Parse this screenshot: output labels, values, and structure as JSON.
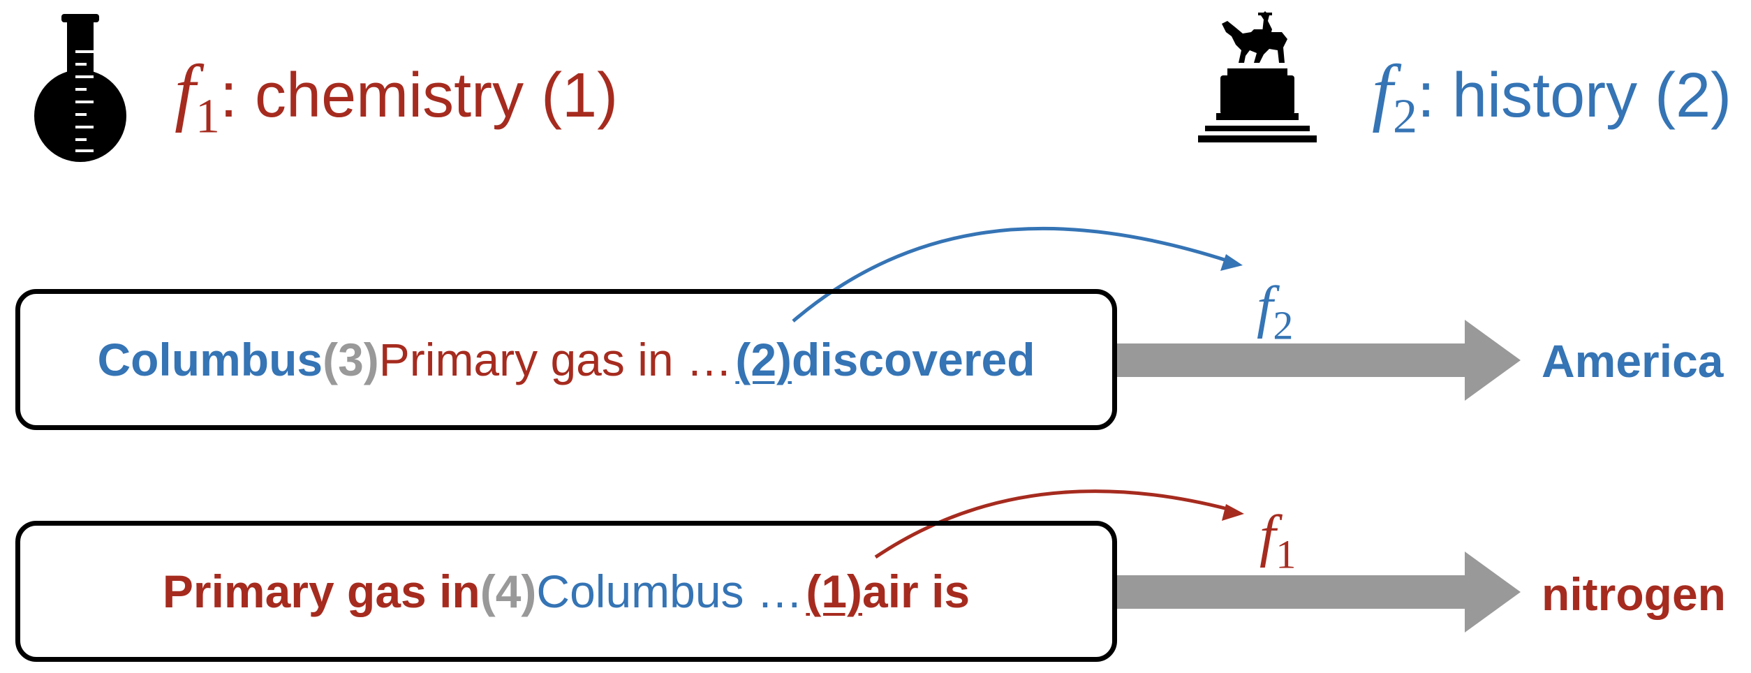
{
  "colors": {
    "chem": "#A62B1F",
    "hist": "#3574B5",
    "gray": "#999999",
    "black": "#000000"
  },
  "legend": [
    {
      "icon": "flask-icon",
      "fname": "f",
      "fsub": "1",
      "label": ": chemistry (1)"
    },
    {
      "icon": "statue-icon",
      "fname": "f",
      "fsub": "2",
      "label": ": history (2)"
    }
  ],
  "rows": [
    {
      "tokens": [
        "Columbus",
        " (3)",
        " Primary gas in …",
        "(2)",
        " discovered"
      ],
      "arrow_label": {
        "fname": "f",
        "fsub": "2"
      },
      "output": "America"
    },
    {
      "tokens": [
        "Primary gas in",
        " (4)",
        " Columbus …",
        "(1)",
        " air is"
      ],
      "arrow_label": {
        "fname": "f",
        "fsub": "1"
      },
      "output": "nitrogen"
    }
  ]
}
